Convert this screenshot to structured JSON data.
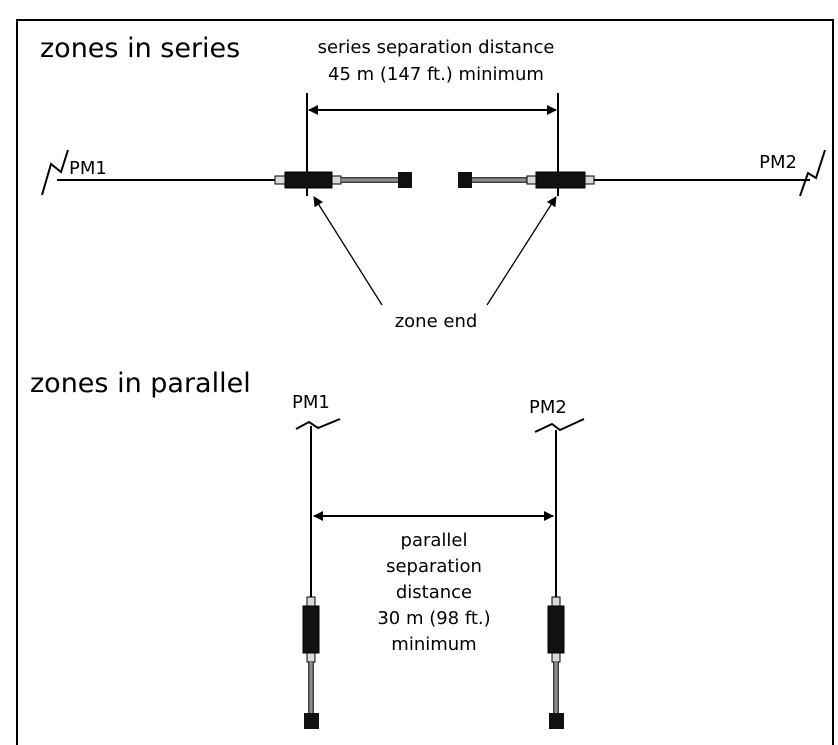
{
  "series": {
    "title": "zones in series",
    "distance_line1": "series separation distance",
    "distance_line2": "45 m (147 ft.) minimum",
    "pm_left": "PM1",
    "pm_right": "PM2",
    "zone_end_label": "zone end"
  },
  "parallel": {
    "title": "zones in parallel",
    "pm_left": "PM1",
    "pm_right": "PM2",
    "distance_lines": [
      "parallel",
      "separation",
      "distance",
      "30 m (98 ft.)",
      "minimum"
    ]
  }
}
